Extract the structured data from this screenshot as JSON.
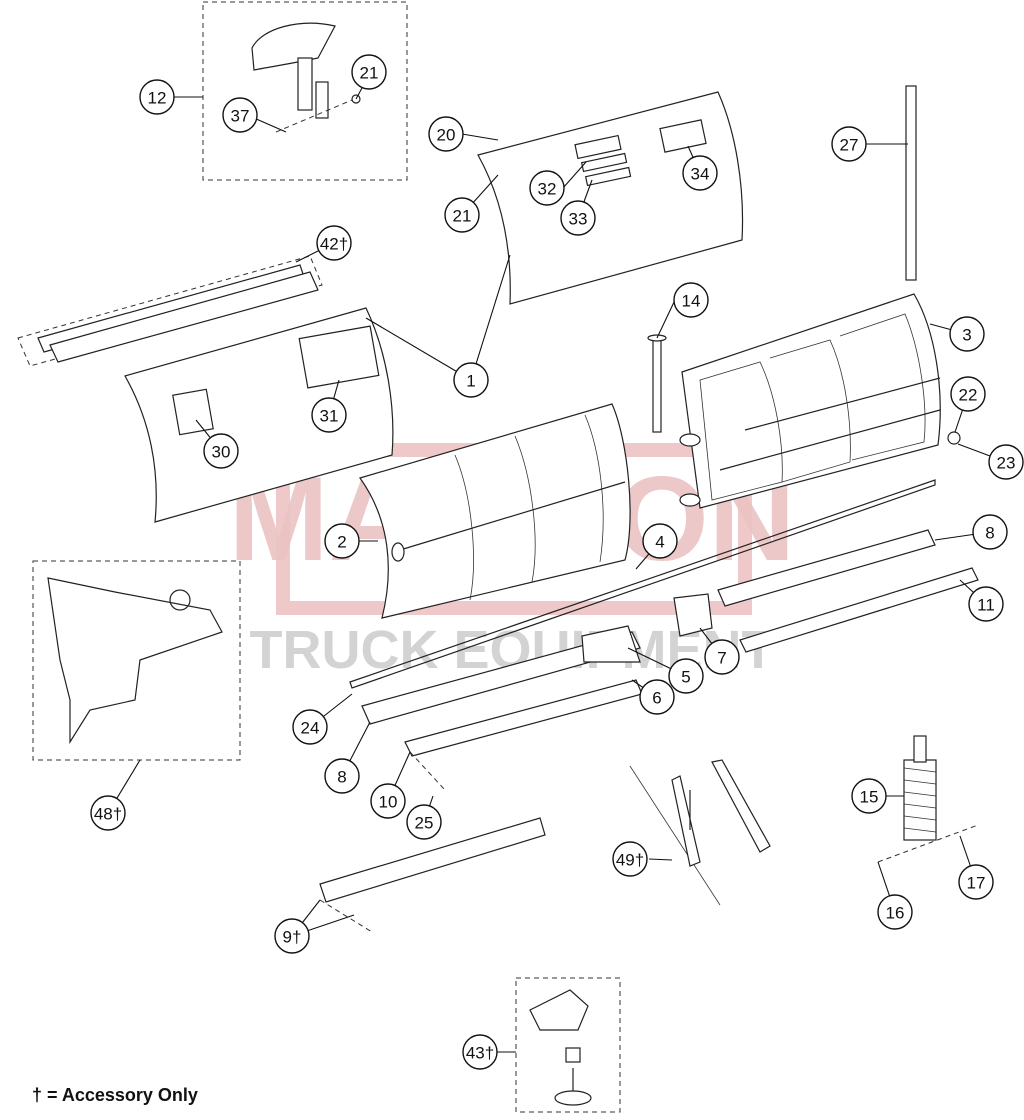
{
  "watermark": {
    "line1": "MADISON",
    "line2": "TRUCK EQUIPMENT",
    "color_main": "#e8b7b7",
    "color_sub": "#c8c8c8"
  },
  "callouts": [
    {
      "id": "c12",
      "label": "12"
    },
    {
      "id": "c21a",
      "label": "21"
    },
    {
      "id": "c37",
      "label": "37"
    },
    {
      "id": "c20",
      "label": "20"
    },
    {
      "id": "c21b",
      "label": "21"
    },
    {
      "id": "c32",
      "label": "32"
    },
    {
      "id": "c33",
      "label": "33"
    },
    {
      "id": "c34",
      "label": "34"
    },
    {
      "id": "c27",
      "label": "27"
    },
    {
      "id": "c42",
      "label": "42†"
    },
    {
      "id": "c1",
      "label": "1"
    },
    {
      "id": "c31",
      "label": "31"
    },
    {
      "id": "c30",
      "label": "30"
    },
    {
      "id": "c14",
      "label": "14"
    },
    {
      "id": "c3",
      "label": "3"
    },
    {
      "id": "c22",
      "label": "22"
    },
    {
      "id": "c23",
      "label": "23"
    },
    {
      "id": "c2",
      "label": "2"
    },
    {
      "id": "c4",
      "label": "4"
    },
    {
      "id": "c8a",
      "label": "8"
    },
    {
      "id": "c11",
      "label": "11"
    },
    {
      "id": "c7",
      "label": "7"
    },
    {
      "id": "c5",
      "label": "5"
    },
    {
      "id": "c6",
      "label": "6"
    },
    {
      "id": "c24",
      "label": "24"
    },
    {
      "id": "c8b",
      "label": "8"
    },
    {
      "id": "c10",
      "label": "10"
    },
    {
      "id": "c25",
      "label": "25"
    },
    {
      "id": "c48",
      "label": "48†"
    },
    {
      "id": "c15",
      "label": "15"
    },
    {
      "id": "c49",
      "label": "49†"
    },
    {
      "id": "c17",
      "label": "17"
    },
    {
      "id": "c16",
      "label": "16"
    },
    {
      "id": "c9",
      "label": "9†"
    },
    {
      "id": "c43",
      "label": "43†"
    }
  ],
  "footnote": "† = Accessory Only"
}
